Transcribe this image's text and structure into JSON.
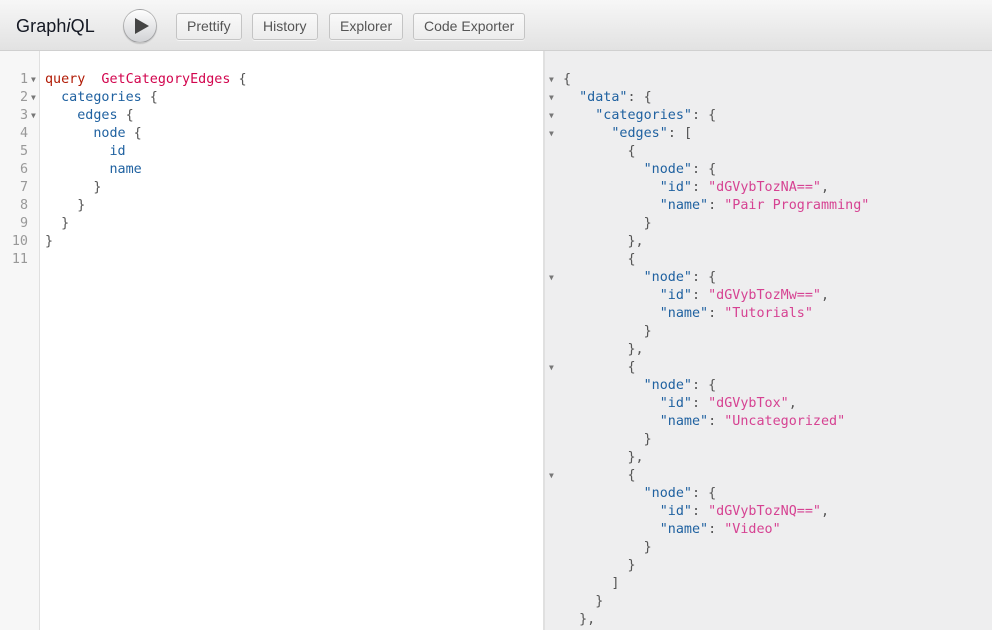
{
  "app": {
    "title_prefix": "Graph",
    "title_italic": "i",
    "title_suffix": "QL"
  },
  "toolbar": {
    "run_icon": "play-icon",
    "buttons": [
      "Prettify",
      "History",
      "Explorer",
      "Code Exporter"
    ]
  },
  "query_lines": [
    [
      "query ",
      " GetCategoryEdges",
      " {"
    ],
    [
      "  categories",
      " {"
    ],
    [
      "    edges",
      " {"
    ],
    [
      "      node",
      " {"
    ],
    [
      "        id"
    ],
    [
      "        name"
    ],
    [
      "      }"
    ],
    [
      "    }"
    ],
    [
      "  }"
    ],
    [
      "}"
    ],
    [
      ""
    ]
  ],
  "line_numbers": [
    "1",
    "2",
    "3",
    "4",
    "5",
    "6",
    "7",
    "8",
    "9",
    "10",
    "11"
  ],
  "result_lines": [
    "{",
    "  \"data\": {",
    "    \"categories\": {",
    "      \"edges\": [",
    "        {",
    "          \"node\": {",
    "            \"id\": \"dGVybTozNA==\",",
    "            \"name\": \"Pair Programming\"",
    "          }",
    "        },",
    "        {",
    "          \"node\": {",
    "            \"id\": \"dGVybTozMw==\",",
    "            \"name\": \"Tutorials\"",
    "          }",
    "        },",
    "        {",
    "          \"node\": {",
    "            \"id\": \"dGVybTox\",",
    "            \"name\": \"Uncategorized\"",
    "          }",
    "        },",
    "        {",
    "          \"node\": {",
    "            \"id\": \"dGVybTozNQ==\",",
    "            \"name\": \"Video\"",
    "          }",
    "        }",
    "      ]",
    "    }",
    "  },"
  ]
}
